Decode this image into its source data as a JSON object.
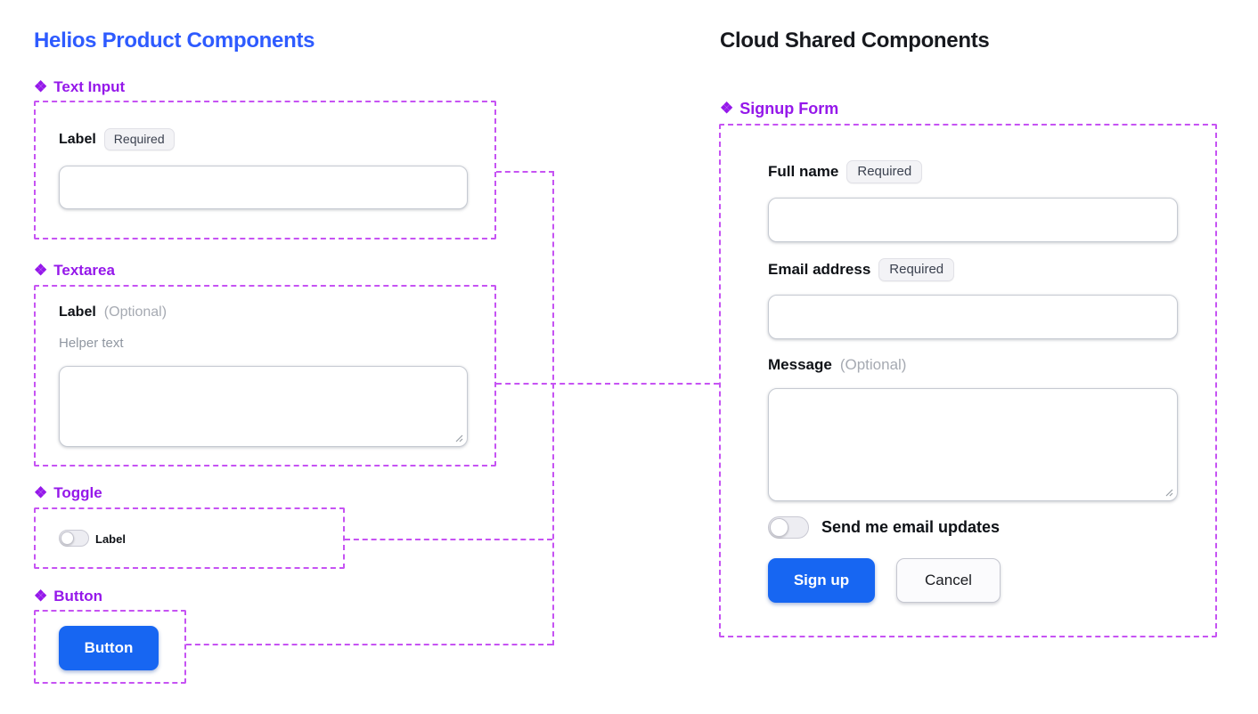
{
  "icons": {
    "component": "❖"
  },
  "colors": {
    "title_blue": "#2e5bff",
    "title_black": "#17191e",
    "annotation_purple": "#9518ea",
    "annotation_dash": "#c653f3",
    "accent_blue": "#1766f2"
  },
  "left_panel": {
    "title": "Helios Product Components",
    "text_input": {
      "section": "Text Input",
      "label": "Label",
      "badge": "Required",
      "value": "",
      "placeholder": ""
    },
    "textarea": {
      "section": "Textarea",
      "label": "Label",
      "optional": "(Optional)",
      "helper": "Helper text",
      "value": "",
      "placeholder": ""
    },
    "toggle": {
      "section": "Toggle",
      "label": "Label",
      "state": "off"
    },
    "button": {
      "section": "Button",
      "label": "Button"
    }
  },
  "right_panel": {
    "title": "Cloud Shared Components",
    "signup_form": {
      "section": "Signup Form",
      "full_name": {
        "label": "Full name",
        "badge": "Required",
        "value": "",
        "placeholder": ""
      },
      "email": {
        "label": "Email address",
        "badge": "Required",
        "value": "",
        "placeholder": ""
      },
      "message": {
        "label": "Message",
        "optional": "(Optional)",
        "value": "",
        "placeholder": ""
      },
      "email_updates": {
        "label": "Send me email updates",
        "state": "off"
      },
      "submit_label": "Sign up",
      "cancel_label": "Cancel"
    }
  }
}
